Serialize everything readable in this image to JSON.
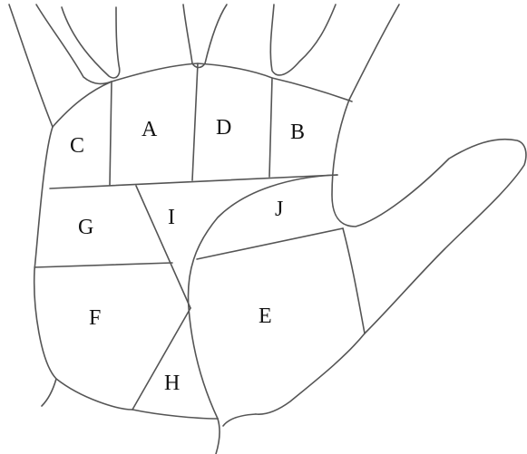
{
  "diagram": {
    "regions": [
      {
        "id": "A",
        "label": "A"
      },
      {
        "id": "B",
        "label": "B"
      },
      {
        "id": "C",
        "label": "C"
      },
      {
        "id": "D",
        "label": "D"
      },
      {
        "id": "E",
        "label": "E"
      },
      {
        "id": "F",
        "label": "F"
      },
      {
        "id": "G",
        "label": "G"
      },
      {
        "id": "H",
        "label": "H"
      },
      {
        "id": "I",
        "label": "I"
      },
      {
        "id": "J",
        "label": "J"
      }
    ],
    "colors": {
      "line": "#555555",
      "text": "#111111",
      "background": "#ffffff"
    }
  }
}
